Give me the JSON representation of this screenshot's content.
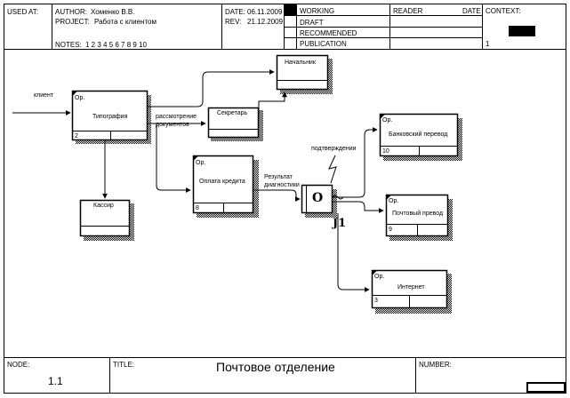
{
  "header": {
    "used_at_label": "USED AT:",
    "author_label": "AUTHOR:",
    "author_value": "Хоменко В.В.",
    "project_label": "PROJECT:",
    "project_value": "Работа с клиентом",
    "notes_label": "NOTES:",
    "notes_value": "1  2  3  4  5  6  7  8  9  10",
    "date_label": "DATE:",
    "date_value": "06.11.2009",
    "rev_label": "REV:",
    "rev_value": "21.12.2009",
    "status_working": "WORKING",
    "status_draft": "DRAFT",
    "status_recommended": "RECOMMENDED",
    "status_publication": "PUBLICATION",
    "reader_label": "READER",
    "reader_date_label": "DATE",
    "context_label": "CONTEXT:",
    "context_number": "1"
  },
  "footer": {
    "node_label": "NODE:",
    "node_value": "1.1",
    "title_label": "TITLE:",
    "title_value": "Почтовое отделение",
    "number_label": "NUMBER:"
  },
  "diagram": {
    "boxes": {
      "tipografia": {
        "label": "Типография",
        "tag": "Ор.",
        "number": "2"
      },
      "nachalnik": {
        "label": "Начальник"
      },
      "sekretar": {
        "label": "Секретарь"
      },
      "kassir": {
        "label": "Кассир"
      },
      "oplata": {
        "label": "Оплата кредита",
        "tag": "Ор.",
        "number": "8"
      },
      "bank": {
        "label": "Банковский перевод",
        "tag": "Ор.",
        "number": "10"
      },
      "pochta": {
        "label": "Почтовый превод",
        "tag": "Ор.",
        "number": "9"
      },
      "internet": {
        "label": "Интернет",
        "tag": "Ор.",
        "number": "3"
      }
    },
    "arrow_labels": {
      "client": "клиент",
      "rassmotrenie_1": "рассмотрение",
      "rassmotrenie_2": "документов",
      "podtverzhdenie": "подтверждении",
      "rezultat_1": "Результат",
      "rezultat_2": "диагностики"
    },
    "junction": {
      "symbol": "O",
      "label": "J1"
    }
  }
}
